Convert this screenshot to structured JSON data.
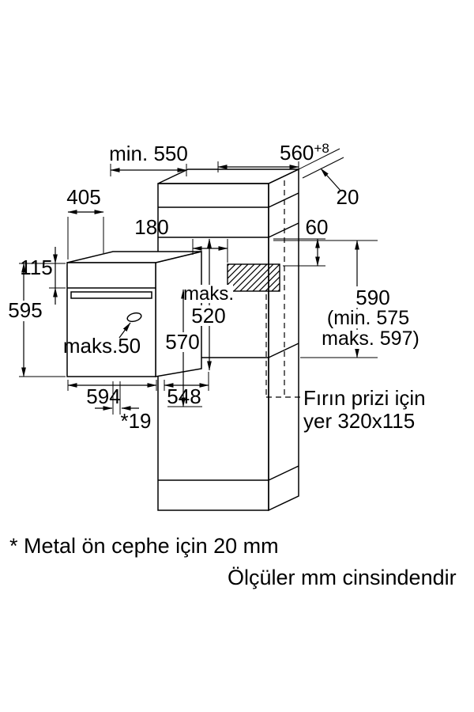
{
  "colors": {
    "ink": "#000000",
    "background": "#ffffff"
  },
  "diagram": {
    "dimension_labels": {
      "cabinet_depth": "min. 550",
      "niche_depth": "560",
      "niche_depth_tolerance": "+8",
      "rear_gap": "20",
      "oven_top_depth": "405",
      "socket_offset_x": "180",
      "socket_offset_y": "60",
      "panel_height": "115",
      "oven_height": "595",
      "max_label": "maks.",
      "max_depth": "520",
      "depth_570": "570",
      "max_50": "maks.50",
      "oven_width": "594",
      "oven_body_width": "548",
      "front_offset": "*19",
      "niche_height": "590",
      "niche_height_min": "(min. 575",
      "niche_height_max": "maks. 597)"
    },
    "socket_note": {
      "line1": "Fırın prizi için",
      "line2": "yer 320x115"
    },
    "footnotes": {
      "metal_front": "* Metal ön cephe için 20 mm",
      "units": "Ölçüler mm cinsindendir"
    }
  }
}
